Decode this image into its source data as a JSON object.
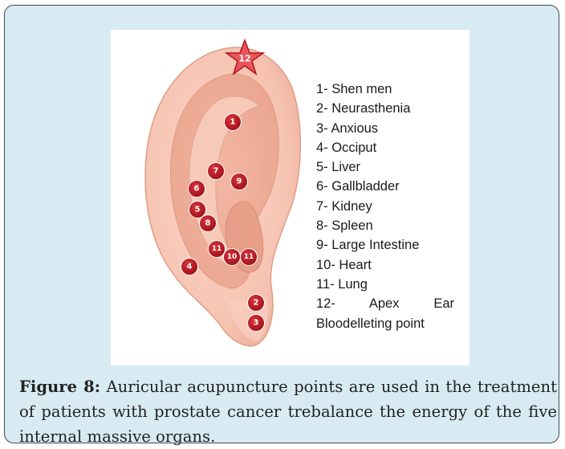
{
  "figure": {
    "caption_label": "Figure 8:",
    "caption_text": " Auricular acupuncture points are used in the treatment of patients with prostate cancer trebalance the energy of the five internal massive organs."
  },
  "legend": {
    "items": [
      "1- Shen men",
      "2- Neurasthenia",
      "3- Anxious",
      "4- Occiput",
      "5- Liver",
      "6- Gallbladder",
      "7- Kidney",
      "8- Spleen",
      "9- Large Intestine",
      "10- Heart",
      "11- Lung"
    ],
    "item_12_line1": "12- Apex Ear",
    "item_12_line2": "Bloodelleting point"
  },
  "points": [
    {
      "label": "1"
    },
    {
      "label": "7"
    },
    {
      "label": "9"
    },
    {
      "label": "6"
    },
    {
      "label": "5"
    },
    {
      "label": "8"
    },
    {
      "label": "11"
    },
    {
      "label": "10"
    },
    {
      "label": "11"
    },
    {
      "label": "4"
    },
    {
      "label": "2"
    },
    {
      "label": "3"
    }
  ],
  "apex_label": "12",
  "colors": {
    "panel_bg": "#d8ebf2",
    "ear_skin": "#f7c8b8",
    "point_fill": "#b3141c",
    "star_fill": "#e8565c"
  }
}
